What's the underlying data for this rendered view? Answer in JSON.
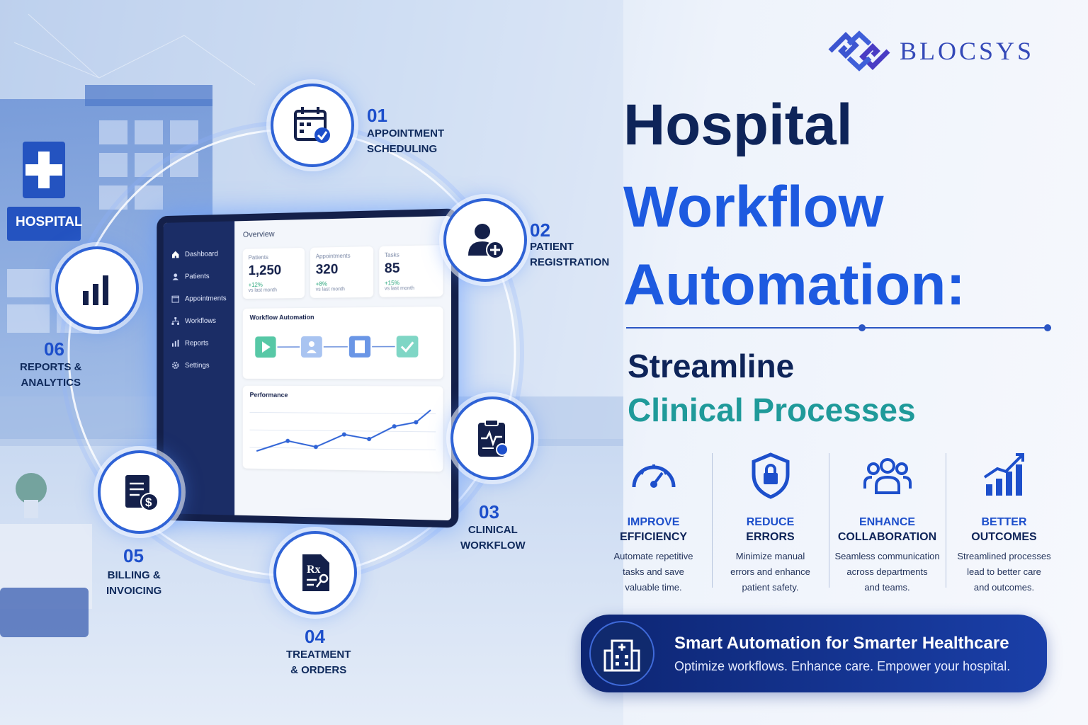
{
  "brand": {
    "name": "BLOCSYS"
  },
  "headline": {
    "line1": "Hospital",
    "line2": "Workflow",
    "line3": "Automation:"
  },
  "subheadline": {
    "line1": "Streamline",
    "line2": "Clinical Processes"
  },
  "building_sign": "HOSPITAL",
  "steps": [
    {
      "num": "01",
      "label1": "APPOINTMENT",
      "label2": "SCHEDULING",
      "icon": "calendar-check-icon"
    },
    {
      "num": "02",
      "label1": "PATIENT",
      "label2": "REGISTRATION",
      "icon": "user-add-icon"
    },
    {
      "num": "03",
      "label1": "CLINICAL",
      "label2": "WORKFLOW",
      "icon": "clipboard-pulse-icon"
    },
    {
      "num": "04",
      "label1": "TREATMENT",
      "label2": "& ORDERS",
      "icon": "prescription-icon"
    },
    {
      "num": "05",
      "label1": "BILLING &",
      "label2": "INVOICING",
      "icon": "invoice-dollar-icon"
    },
    {
      "num": "06",
      "label1": "REPORTS &",
      "label2": "ANALYTICS",
      "icon": "bar-chart-icon"
    }
  ],
  "dashboard": {
    "nav": [
      "Dashboard",
      "Patients",
      "Appointments",
      "Workflows",
      "Reports",
      "Settings"
    ],
    "overview_title": "Overview",
    "stats": [
      {
        "label": "Patients",
        "value": "1,250",
        "change": "+12%",
        "sub": "vs last month"
      },
      {
        "label": "Appointments",
        "value": "320",
        "change": "+8%",
        "sub": "vs last month"
      },
      {
        "label": "Tasks",
        "value": "85",
        "change": "+15%",
        "sub": "vs last month"
      }
    ],
    "workflow_title": "Workflow Automation",
    "performance_title": "Performance"
  },
  "benefits": [
    {
      "title1": "IMPROVE",
      "title2": "EFFICIENCY",
      "desc1": "Automate repetitive",
      "desc2": "tasks and save",
      "desc3": "valuable time.",
      "icon": "speedometer-icon"
    },
    {
      "title1": "REDUCE",
      "title2": "ERRORS",
      "desc1": "Minimize manual",
      "desc2": "errors and enhance",
      "desc3": "patient safety.",
      "icon": "shield-lock-icon"
    },
    {
      "title1": "ENHANCE",
      "title2": "COLLABORATION",
      "desc1": "Seamless communication",
      "desc2": "across departments",
      "desc3": "and teams.",
      "icon": "team-icon"
    },
    {
      "title1": "BETTER",
      "title2": "OUTCOMES",
      "desc1": "Streamlined processes",
      "desc2": "lead to better care",
      "desc3": "and outcomes.",
      "icon": "growth-chart-icon"
    }
  ],
  "banner": {
    "title": "Smart Automation for Smarter Healthcare",
    "subtitle": "Optimize workflows. Enhance care. Empower your hospital.",
    "icon": "hospital-building-icon"
  },
  "colors": {
    "navy": "#0e2459",
    "blue": "#1d5ae0",
    "teal": "#1f9a9a"
  }
}
